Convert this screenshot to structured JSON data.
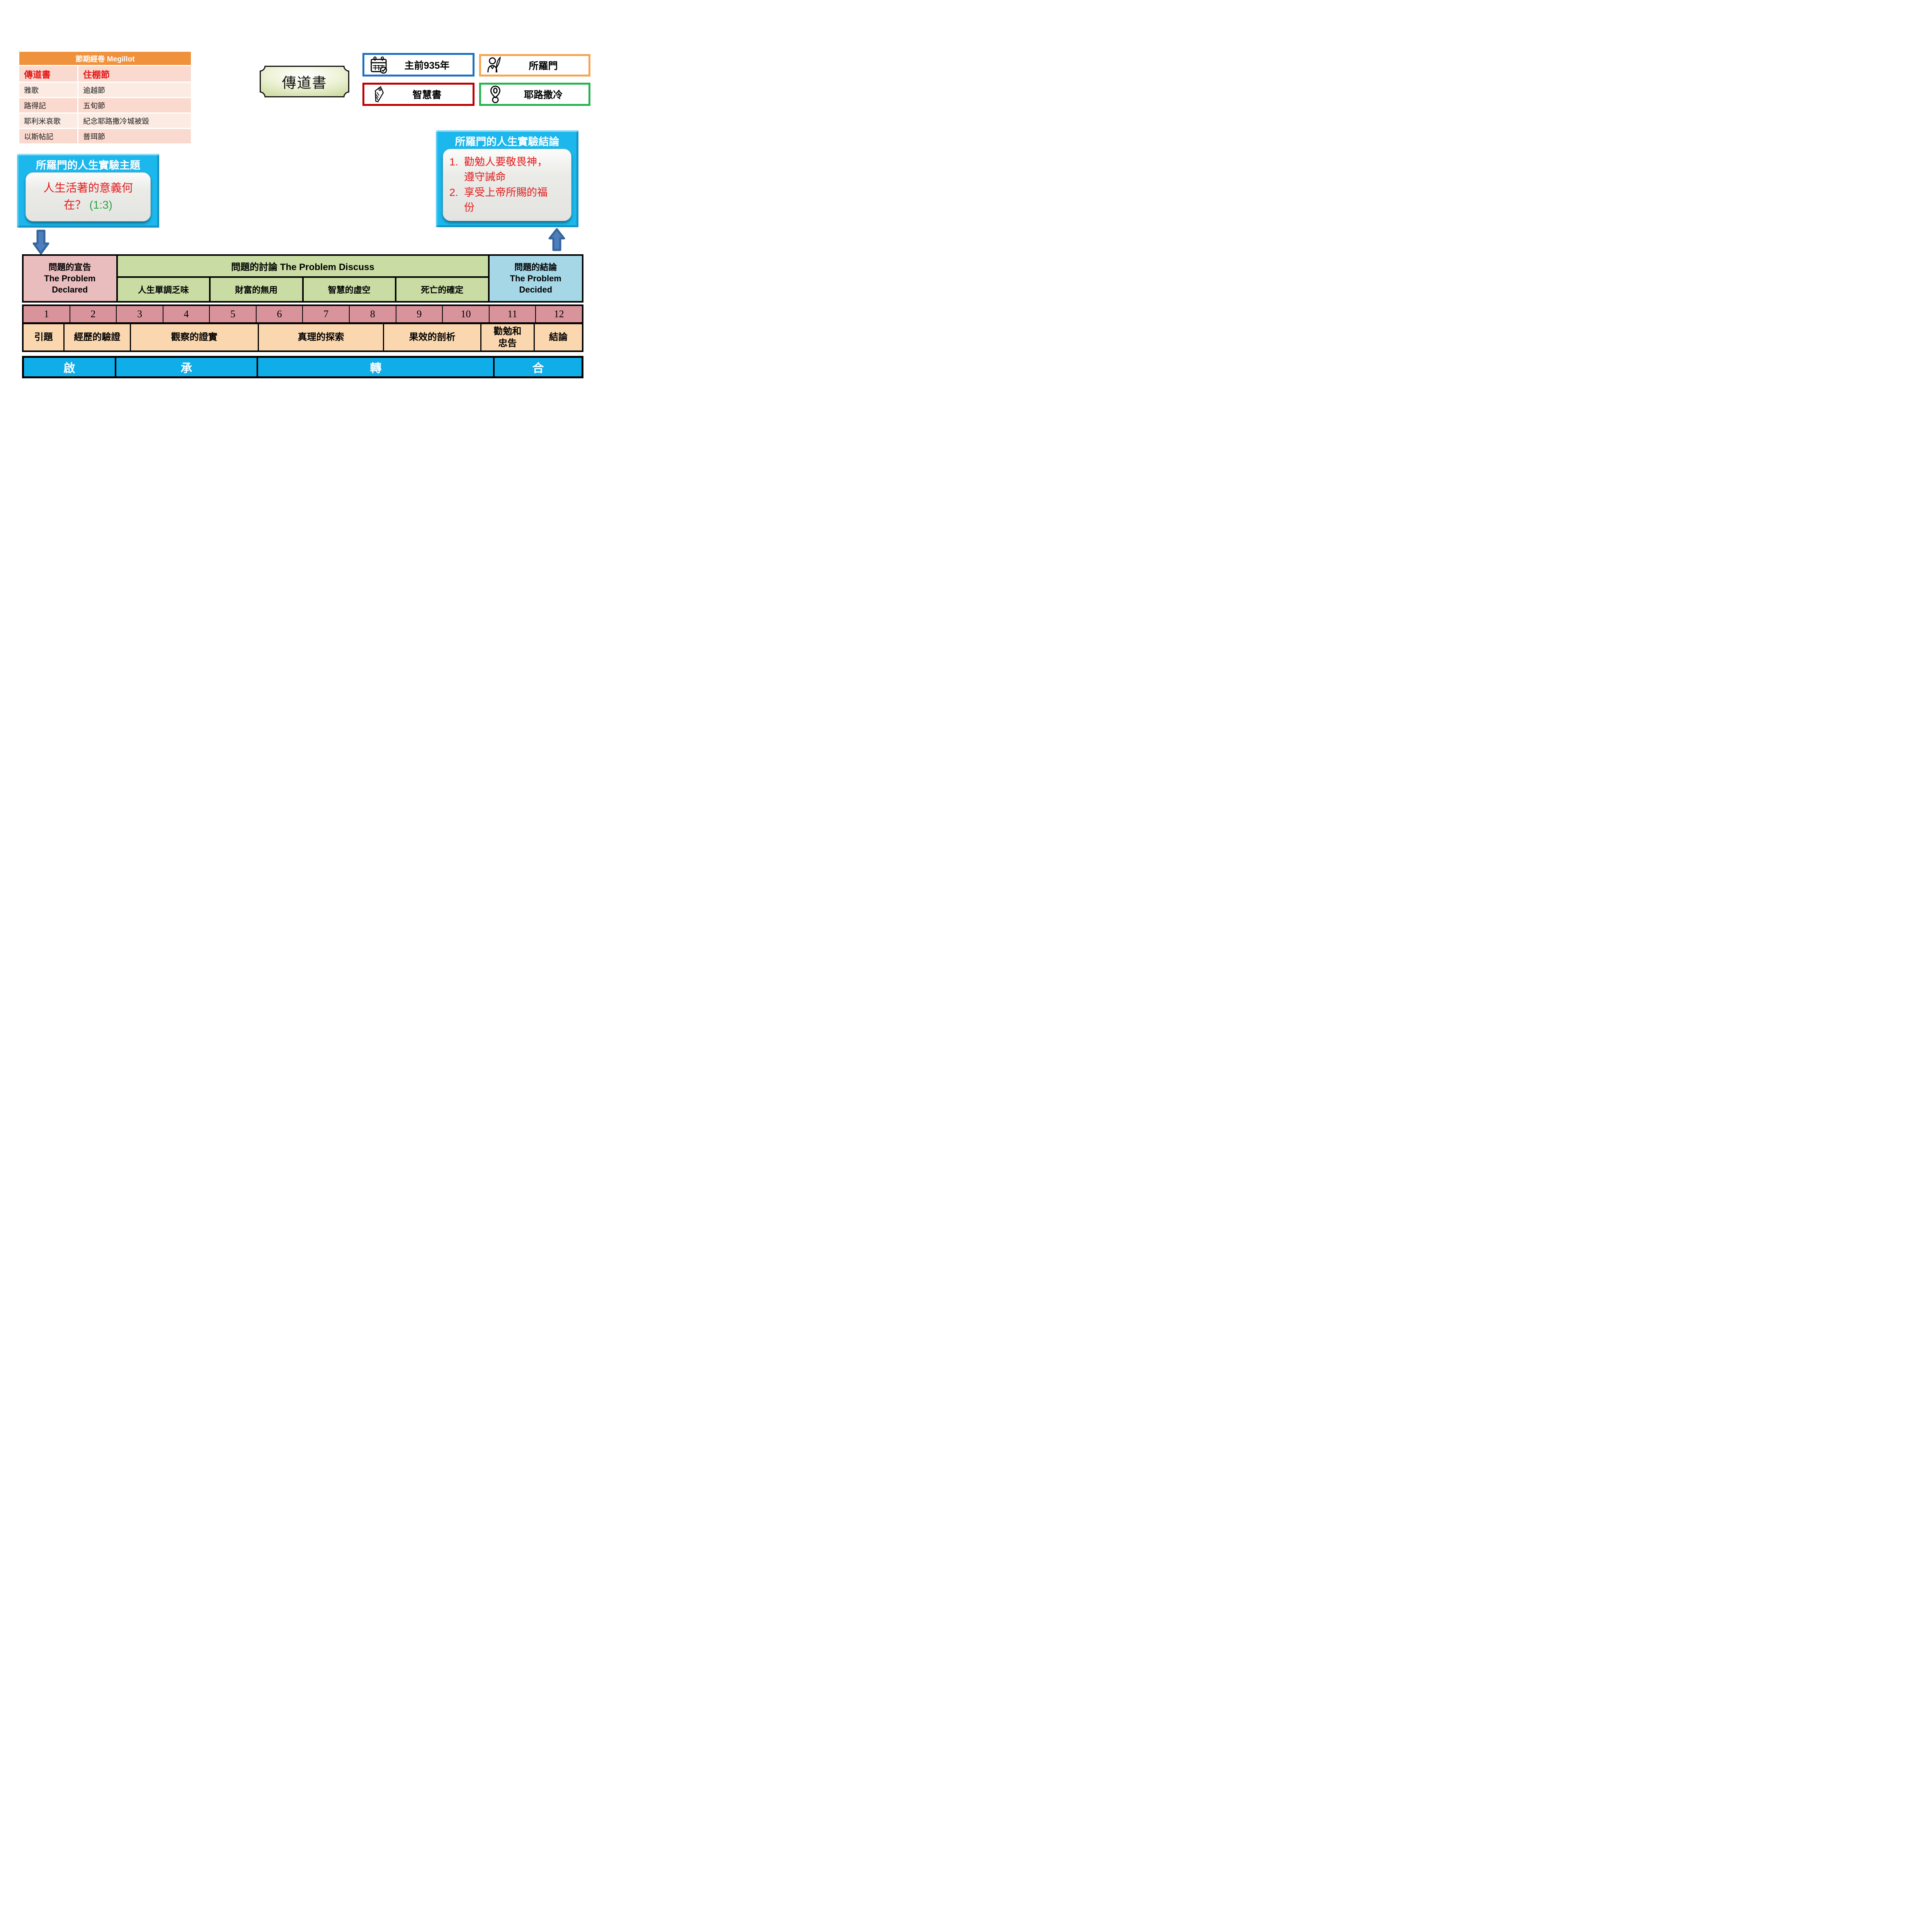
{
  "megillot_table": {
    "title": "節期經卷 Megillot",
    "rows": [
      {
        "book": "傳道書",
        "festival": "住棚節"
      },
      {
        "book": "雅歌",
        "festival": "逾越節"
      },
      {
        "book": "路得記",
        "festival": "五旬節"
      },
      {
        "book": "耶利米哀歌",
        "festival": "紀念耶路撒冷城被毀"
      },
      {
        "book": "以斯帖記",
        "festival": "普珥節"
      }
    ]
  },
  "plaque": {
    "title": "傳道書"
  },
  "badges": [
    {
      "icon": "calendar-icon",
      "label": "主前935年",
      "border_color": "#1E70C0"
    },
    {
      "icon": "author-icon",
      "label": "所羅門",
      "border_color": "#F7A351"
    },
    {
      "icon": "tag-icon",
      "label": "智慧書",
      "border_color": "#BE0000"
    },
    {
      "icon": "location-pin-icon",
      "label": "耶路撒冷",
      "border_color": "#28B351"
    }
  ],
  "theme_box": {
    "title": "所羅門的人生實驗主題",
    "question": "人生活著的意義何在？",
    "reference": "(1:3)"
  },
  "conclusion_box": {
    "title": "所羅門的人生實驗結論",
    "items": [
      {
        "num": "1.",
        "text": "勸勉人要敬畏神，遵守誡命"
      },
      {
        "num": "2.",
        "text": "享受上帝所賜的福份"
      }
    ]
  },
  "outline": {
    "declared": {
      "zh": "問題的宣告",
      "en_line1": "The Problem",
      "en_line2": "Declared"
    },
    "discuss": {
      "title": "問題的討論 The Problem Discuss",
      "topics": [
        "人生單調乏味",
        "財富的無用",
        "智慧的虛空",
        "死亡的確定"
      ]
    },
    "decided": {
      "zh": "問題的結論",
      "en_line1": "The Problem",
      "en_line2": "Decided"
    },
    "chapters": [
      "1",
      "2",
      "3",
      "4",
      "5",
      "6",
      "7",
      "8",
      "9",
      "10",
      "11",
      "12"
    ],
    "sections": [
      "引題",
      "經歷的驗證",
      "觀察的證實",
      "真理的探索",
      "果效的剖析",
      "勸勉和忠告",
      "結論"
    ],
    "stages": [
      "啟",
      "承",
      "轉",
      "合"
    ]
  },
  "colors": {
    "table_header_bg": "#F0913C",
    "table_row_dark": "#FAD9CE",
    "table_row_light": "#FCEBE3",
    "highlight_red": "#E51414",
    "cyan_box": "#1BB7ED",
    "inner_panel": "#E9E9E6",
    "red_text": "#E31B1C",
    "green_text": "#2FA342",
    "declared_bg": "#E9BCBE",
    "discuss_bg": "#C8DCA3",
    "decided_bg": "#A5D7E7",
    "chapter_bg": "#D9939B",
    "section_bg": "#FBD7AF",
    "stage_bg": "#10AEE9",
    "arrow_fill": "#4C7FBC",
    "arrow_stroke": "#35639B"
  }
}
